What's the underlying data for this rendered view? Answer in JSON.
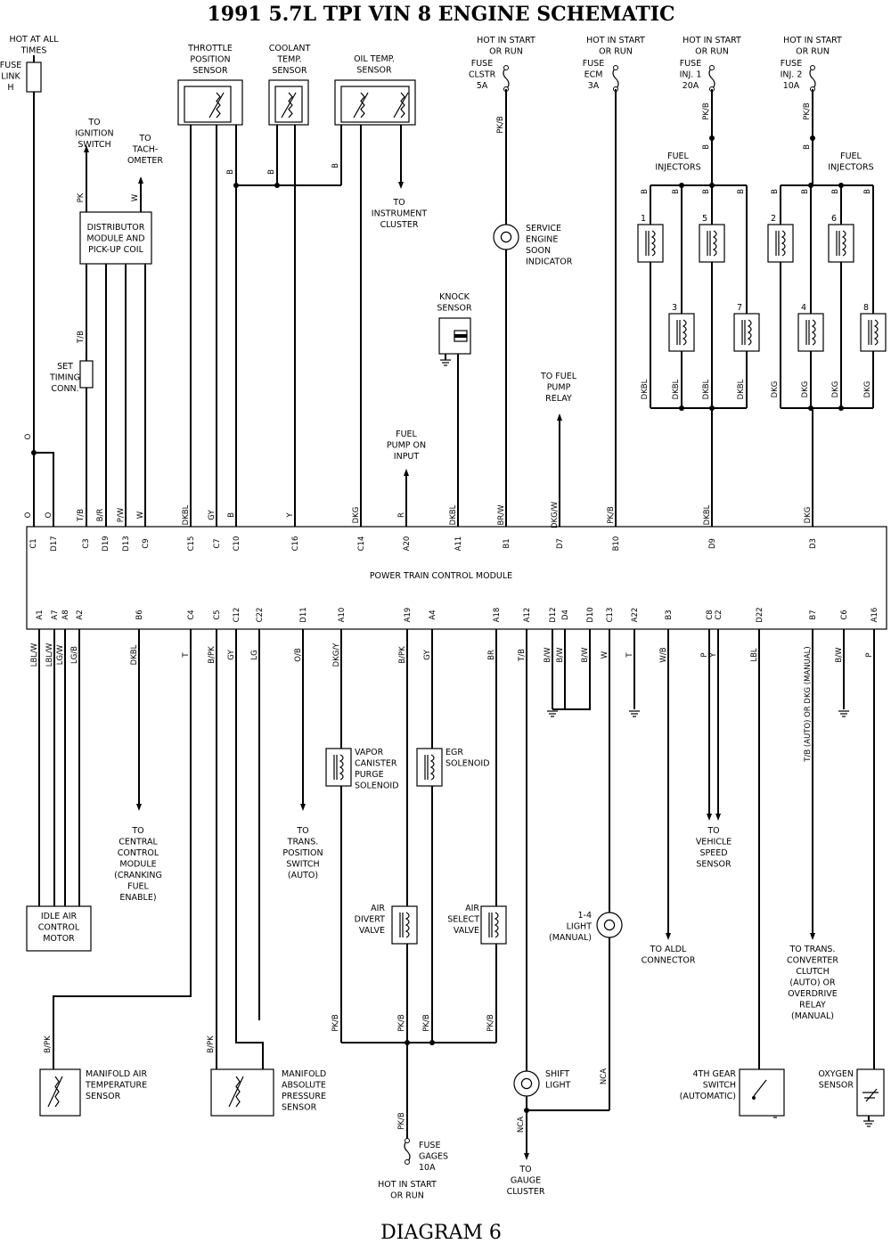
{
  "title": "1991 5.7L TPI VIN 8 ENGINE SCHEMATIC",
  "footer": "DIAGRAM 6",
  "module_name": "POWER TRAIN CONTROL MODULE",
  "top_connectors": [
    {
      "pin": "C1",
      "wire": "O"
    },
    {
      "pin": "D17",
      "wire": "O"
    },
    {
      "pin": "C3",
      "wire": "T/B"
    },
    {
      "pin": "D19",
      "wire": "B/R"
    },
    {
      "pin": "D13",
      "wire": "P/W"
    },
    {
      "pin": "C9",
      "wire": "W"
    },
    {
      "pin": "C15",
      "wire": "DKBL"
    },
    {
      "pin": "C7",
      "wire": "GY"
    },
    {
      "pin": "C10",
      "wire": "B"
    },
    {
      "pin": "C16",
      "wire": "Y"
    },
    {
      "pin": "C14",
      "wire": "DKG"
    },
    {
      "pin": "A20",
      "wire": "R"
    },
    {
      "pin": "A11",
      "wire": "DKBL"
    },
    {
      "pin": "B1",
      "wire": "BR/W"
    },
    {
      "pin": "D7",
      "wire": "DKG/W"
    },
    {
      "pin": "B10",
      "wire": "PK/B"
    },
    {
      "pin": "D9",
      "wire": "DKBL"
    },
    {
      "pin": "D3",
      "wire": "DKG"
    }
  ],
  "bottom_connectors": [
    {
      "pin": "A1",
      "wire": "LBL/W"
    },
    {
      "pin": "A7",
      "wire": "LBL/W"
    },
    {
      "pin": "A8",
      "wire": "LG/W"
    },
    {
      "pin": "A2",
      "wire": "LG/B"
    },
    {
      "pin": "B6",
      "wire": "DKBL"
    },
    {
      "pin": "C4",
      "wire": "T"
    },
    {
      "pin": "C5",
      "wire": "B/PK"
    },
    {
      "pin": "C12",
      "wire": "GY"
    },
    {
      "pin": "C22",
      "wire": "LG"
    },
    {
      "pin": "D11",
      "wire": "O/B"
    },
    {
      "pin": "A10",
      "wire": "DKG/Y"
    },
    {
      "pin": "A19",
      "wire": "B/PK"
    },
    {
      "pin": "A4",
      "wire": "GY"
    },
    {
      "pin": "A18",
      "wire": "BR"
    },
    {
      "pin": "A12",
      "wire": "T/B"
    },
    {
      "pin": "D12",
      "wire": "B/W"
    },
    {
      "pin": "D4",
      "wire": "B/W"
    },
    {
      "pin": "D10",
      "wire": "B/W"
    },
    {
      "pin": "C13",
      "wire": "W"
    },
    {
      "pin": "A22",
      "wire": "T"
    },
    {
      "pin": "B3",
      "wire": "W/B"
    },
    {
      "pin": "C8",
      "wire": "P"
    },
    {
      "pin": "C2",
      "wire": "Y"
    },
    {
      "pin": "D22",
      "wire": "LBL"
    },
    {
      "pin": "B7",
      "wire": "T/B (AUTO) OR DKG (MANUAL)"
    },
    {
      "pin": "C6",
      "wire": "B/W"
    },
    {
      "pin": "A16",
      "wire": "P"
    }
  ],
  "labels": {
    "hot_at_all_times": [
      "HOT AT ALL",
      "TIMES"
    ],
    "fuse_link_h": [
      "FUSE",
      "LINK",
      "H"
    ],
    "to_ignition": [
      "TO",
      "IGNITION",
      "SWITCH"
    ],
    "to_tach": [
      "TO",
      "TACH-",
      "OMETER"
    ],
    "distributor": [
      "DISTRIBUTOR",
      "MODULE AND",
      "PICK-UP COIL"
    ],
    "set_timing": [
      "SET",
      "TIMING",
      "CONN."
    ],
    "throttle": [
      "THROTTLE",
      "POSITION",
      "SENSOR"
    ],
    "coolant": [
      "COOLANT",
      "TEMP.",
      "SENSOR"
    ],
    "oil_temp": [
      "OIL TEMP.",
      "SENSOR"
    ],
    "to_cluster": [
      "TO",
      "INSTRUMENT",
      "CLUSTER"
    ],
    "knock": [
      "KNOCK",
      "SENSOR"
    ],
    "fuel_pump_input": [
      "FUEL",
      "PUMP ON",
      "INPUT"
    ],
    "hot_cluster": [
      "HOT IN START",
      "OR RUN"
    ],
    "fuse_clstr": [
      "FUSE",
      "CLSTR",
      "5A"
    ],
    "service_engine": [
      "SERVICE",
      "ENGINE",
      "SOON",
      "INDICATOR"
    ],
    "to_fuel_pump_relay": [
      "TO FUEL",
      "PUMP",
      "RELAY"
    ],
    "hot_ecm": [
      "HOT IN START",
      "OR RUN"
    ],
    "fuse_ecm": [
      "FUSE",
      "ECM",
      "3A"
    ],
    "hot_inj1": [
      "HOT IN START",
      "OR RUN"
    ],
    "fuse_inj1": [
      "FUSE",
      "INJ. 1",
      "20A"
    ],
    "hot_inj2": [
      "HOT IN START",
      "OR RUN"
    ],
    "fuse_inj2": [
      "FUSE",
      "INJ. 2",
      "10A"
    ],
    "fuel_injectors": [
      "FUEL",
      "INJECTORS"
    ],
    "injector_numbers": [
      "1",
      "5",
      "3",
      "7",
      "2",
      "6",
      "4",
      "8"
    ],
    "injector_bank1_wires": [
      "B",
      "B",
      "B",
      "B",
      "DKBL",
      "DKBL",
      "DKBL",
      "DKBL"
    ],
    "injector_bank2_wires": [
      "B",
      "B",
      "B",
      "B",
      "DKG",
      "DKG",
      "DKG",
      "DKG"
    ],
    "riser_wire": "PK/B",
    "riser_b": "B",
    "to_ccm": [
      "TO",
      "CENTRAL",
      "CONTROL",
      "MODULE",
      "(CRANKING",
      "FUEL",
      "ENABLE)"
    ],
    "to_tps": [
      "TO",
      "TRANS.",
      "POSITION",
      "SWITCH",
      "(AUTO)"
    ],
    "vapor": [
      "VAPOR",
      "CANISTER",
      "PURGE",
      "SOLENOID"
    ],
    "egr": [
      "EGR",
      "SOLENOID"
    ],
    "air_divert": [
      "AIR",
      "DIVERT",
      "VALVE"
    ],
    "air_select": [
      "AIR",
      "SELECT",
      "VALVE"
    ],
    "idle_air": [
      "IDLE AIR",
      "CONTROL",
      "MOTOR"
    ],
    "manifold_air": [
      "MANIFOLD AIR",
      "TEMPERATURE",
      "SENSOR"
    ],
    "map_sensor": [
      "MANIFOLD",
      "ABSOLUTE",
      "PRESSURE",
      "SENSOR"
    ],
    "fuse_gages": [
      "FUSE",
      "GAGES",
      "10A"
    ],
    "hot_gages": [
      "HOT IN START",
      "OR RUN"
    ],
    "shift_light": [
      "SHIFT",
      "LIGHT"
    ],
    "to_gauge": [
      "TO",
      "GAUGE",
      "CLUSTER"
    ],
    "i4_light": [
      "1-4",
      "LIGHT",
      "(MANUAL)"
    ],
    "to_aldl": [
      "TO ALDL",
      "CONNECTOR"
    ],
    "to_vss": [
      "TO",
      "VEHICLE",
      "SPEED",
      "SENSOR"
    ],
    "to_tcc": [
      "TO TRANS.",
      "CONVERTER",
      "CLUTCH",
      "(AUTO) OR",
      "OVERDRIVE",
      "RELAY",
      "(MANUAL)"
    ],
    "fourth_gear": [
      "4TH GEAR",
      "SWITCH",
      "(AUTOMATIC)"
    ],
    "oxygen": [
      "OXYGEN",
      "SENSOR"
    ],
    "nca": "NCA",
    "pkb": "PK/B",
    "bpk": "B/PK",
    "pk": "PK",
    "w": "W",
    "b": "B",
    "tb": "T/B",
    "o": "O"
  }
}
